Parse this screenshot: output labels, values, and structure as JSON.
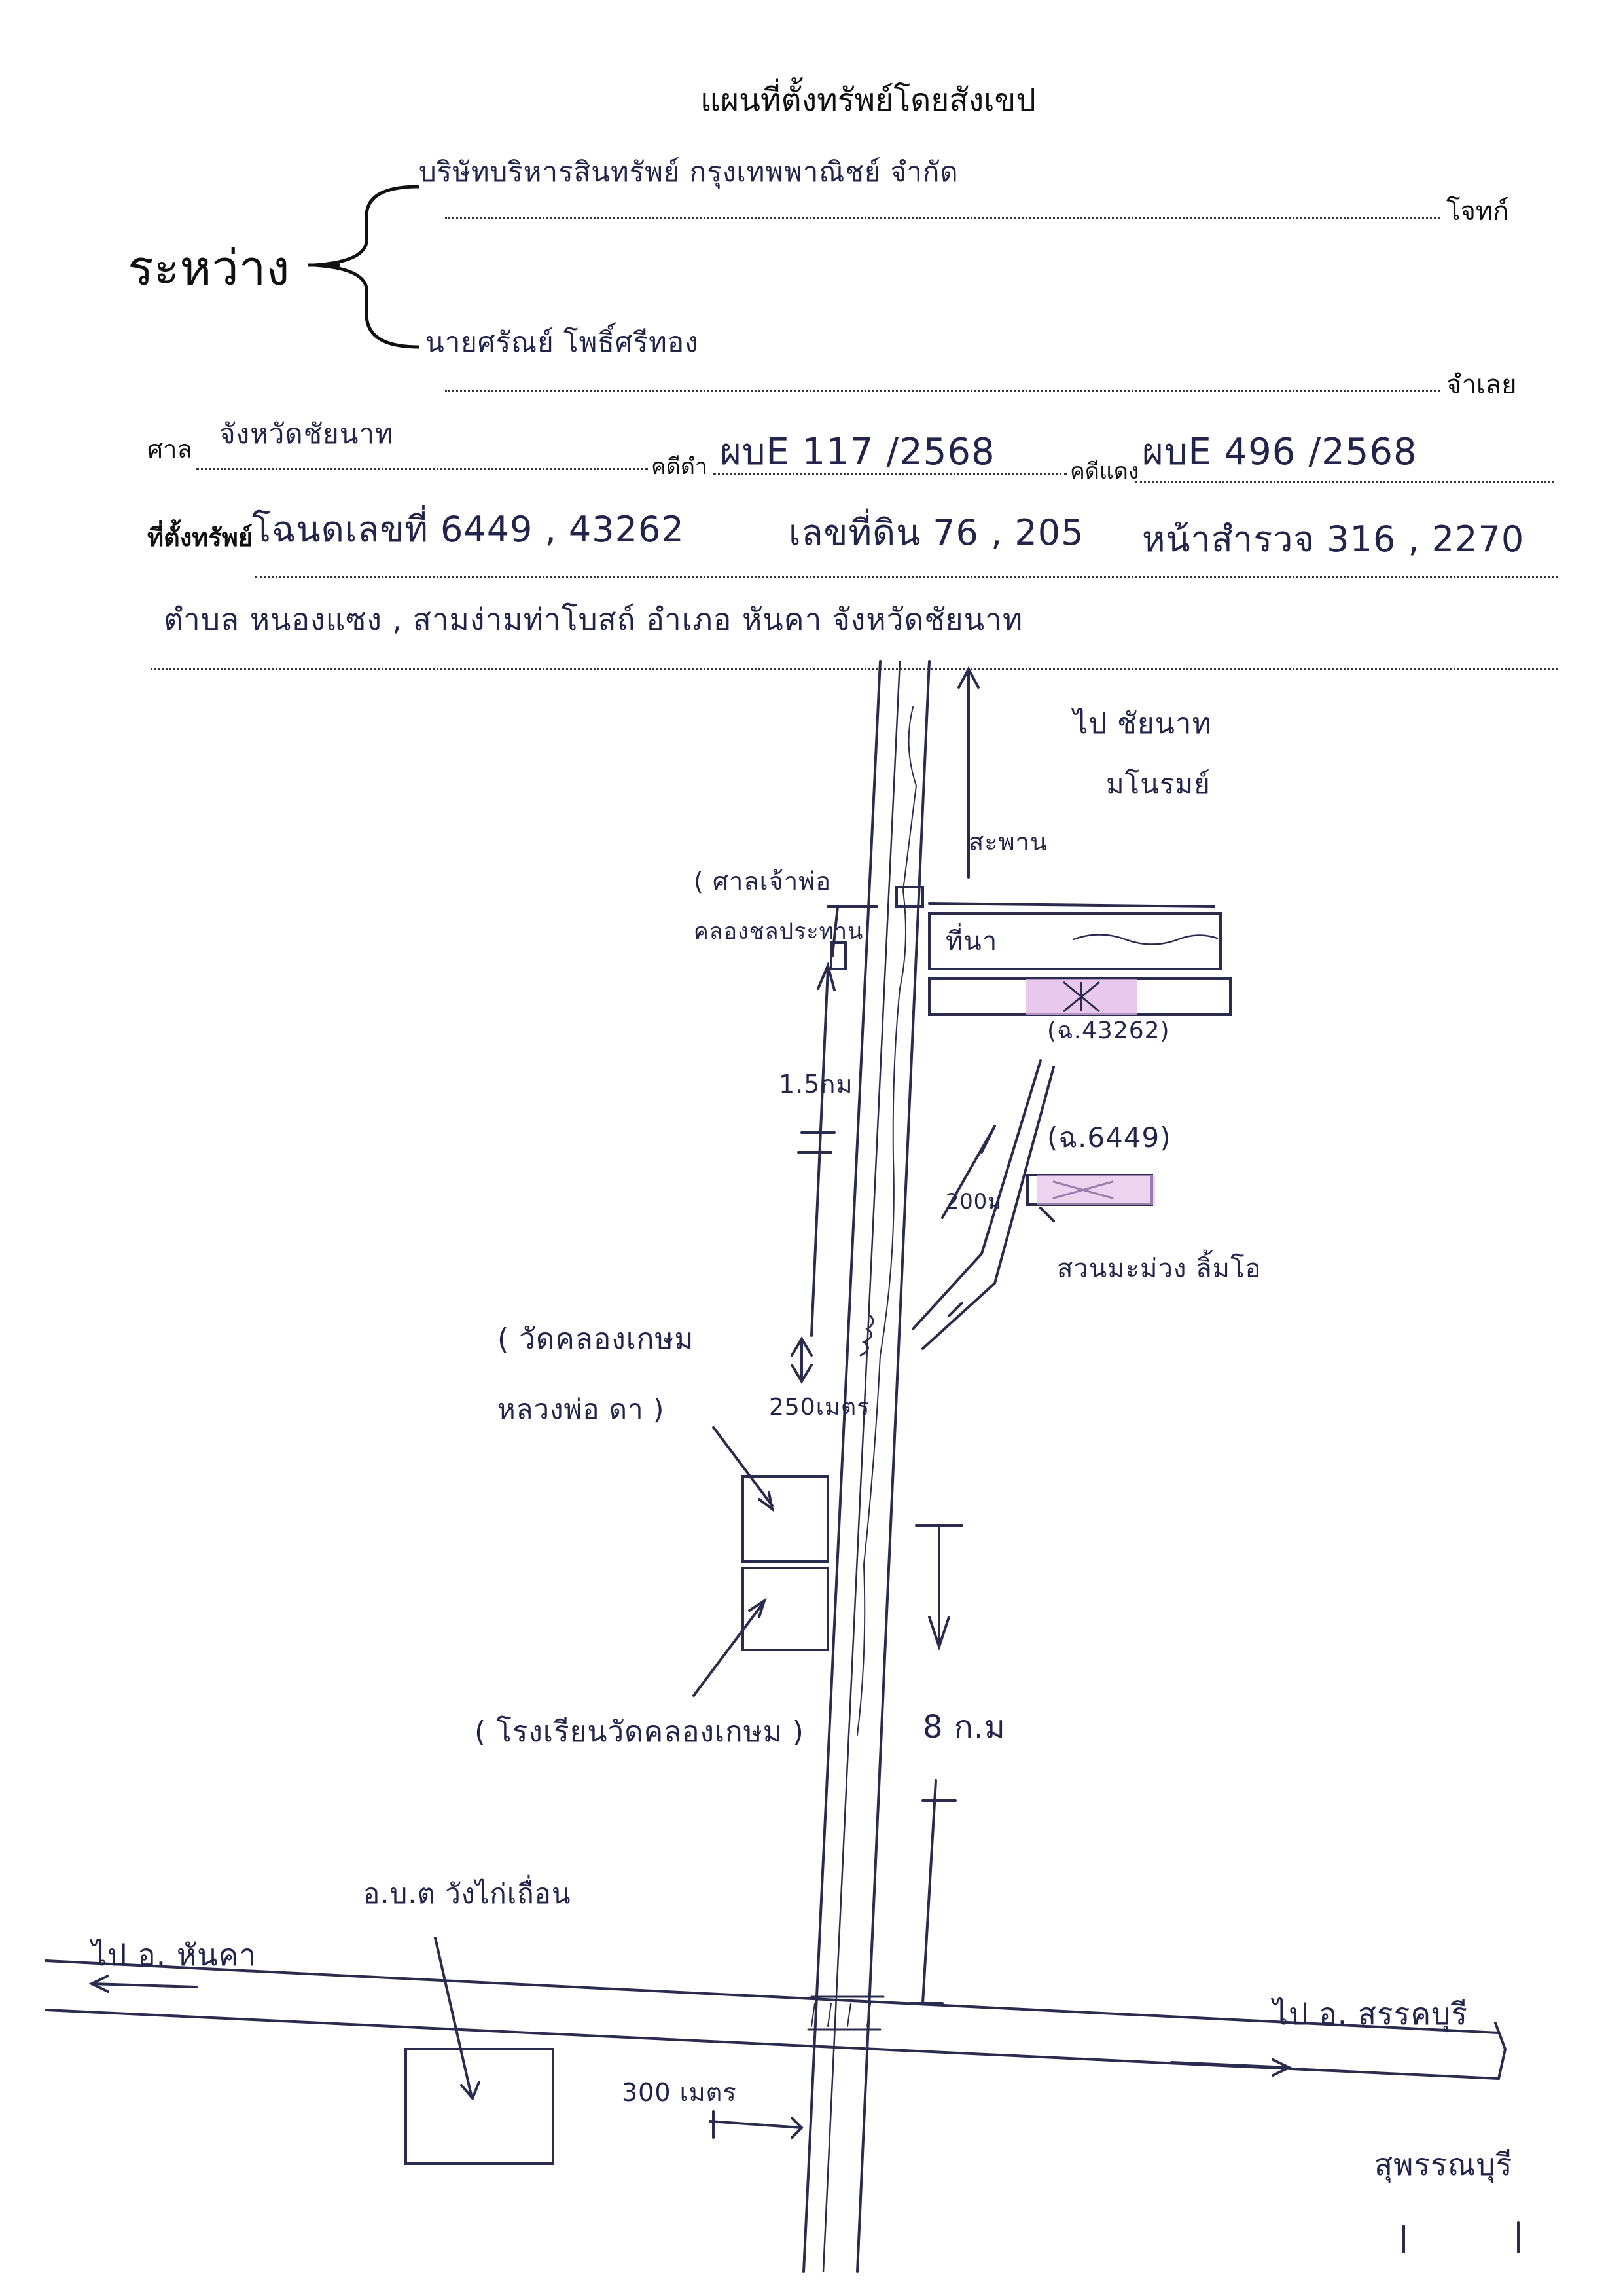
{
  "title": "แผนที่ตั้งทรัพย์โดยสังเขป",
  "parties": {
    "between_label": "ระหว่าง",
    "plaintiff_value": "บริษัทบริหารสินทรัพย์ กรุงเทพพาณิชย์ จำกัด",
    "plaintiff_role": "โจทก์",
    "defendant_value": "นายศรัณย์ โพธิ์ศรีทอง",
    "defendant_role": "จำเลย"
  },
  "case": {
    "court_label": "ศาล",
    "court_value": "จังหวัดชัยนาท",
    "black_label": "คดีดำ",
    "black_value": "ผบE 117 /2568",
    "red_label": "คดีแดง",
    "red_value": "ผบE 496 /2568"
  },
  "location": {
    "label": "ที่ตั้งทรัพย์",
    "deed_value": "โฉนดเลขที่ 6449 , 43262",
    "land_no_value": "เลขที่ดิน 76 , 205",
    "survey_page_value": "หน้าสำรวจ 316 , 2270",
    "address_value": "ตำบล หนองแซง , สามง่ามท่าโบสถ์ อำเภอ หันคา จังหวัดชัยนาท"
  },
  "map": {
    "to_chainat": "ไป ชัยนาท",
    "to_chainat_2": "มโนรมย์",
    "bridge": "สะพาน",
    "shrine": "( ศาลเจ้าพ่อ",
    "canal_label": "คลองชลประทาน",
    "field": "ที่นา",
    "deed_43262": "(ฉ.43262)",
    "deed_6449": "(ฉ.6449)",
    "dist_1_5km": "1.5กม",
    "dist_200m": "200ม",
    "mango_orchard": "สวนมะม่วง ลิ้มโอ",
    "temple_1": "( วัดคลองเกษม",
    "temple_2": "หลวงพ่อ ดา )",
    "dist_250m": "250เมตร",
    "school": "( โรงเรียนวัดคลองเกษม )",
    "dist_8km": "8 ก.ม",
    "tambon_office": "อ.บ.ต วังไก่เถื่อน",
    "to_hankha": "ไป อ. หันคา",
    "to_sankhaburi": "ไป อ. สรรคบุรี",
    "dist_300m": "300 เมตร",
    "suphanburi": "สุพรรณบุรี"
  },
  "colors": {
    "ink": "#23244a",
    "highlight": "#e2b6e8",
    "printed": "#111111"
  }
}
